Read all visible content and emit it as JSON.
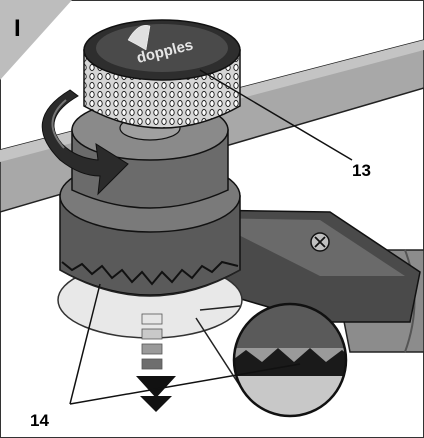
{
  "figure": {
    "panel_label": "I",
    "brand_text": "dopples",
    "callouts": {
      "top": "13",
      "bottom": "14"
    }
  },
  "colors": {
    "background": "#ffffff",
    "corner_tab": "#bdbdbd",
    "rail": "#999999",
    "body_dark": "#555555",
    "knob_light": "#d9d9d9",
    "arrow": "#2b2b2b",
    "indicator_levels": [
      "#e6e6e6",
      "#c9c9c9",
      "#9a9a9a",
      "#6e6e6e"
    ]
  }
}
